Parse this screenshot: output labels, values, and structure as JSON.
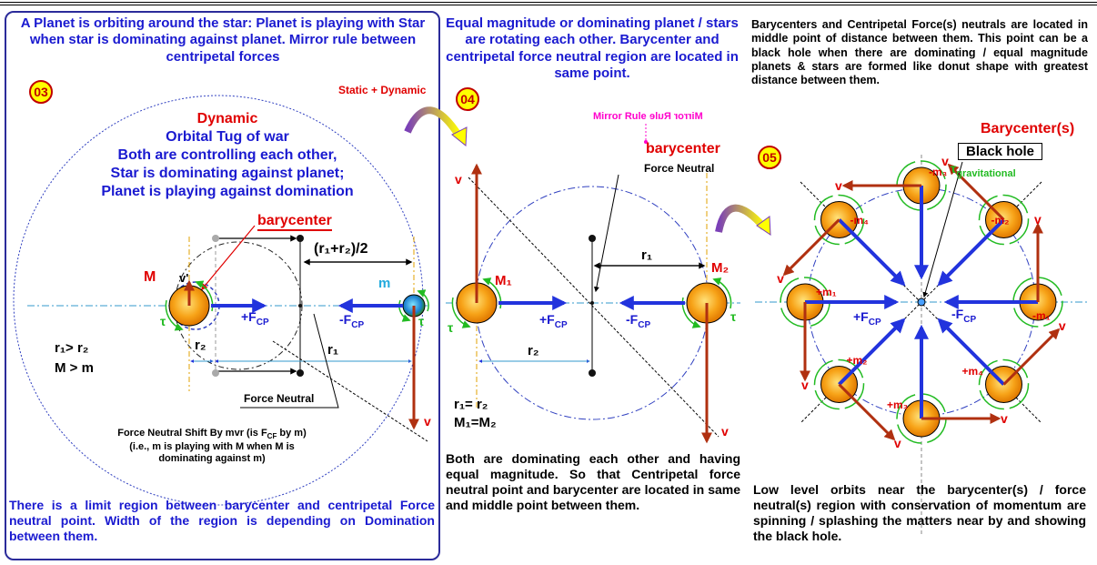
{
  "panel1": {
    "title": "A Planet is orbiting around the star: Planet is playing with Star when star is dominating against planet. Mirror rule between centripetal forces",
    "badge": "03",
    "static_dynamic": "Static + Dynamic",
    "dynamic_heading": "Dynamic",
    "heading_lines": [
      "Orbital Tug of war",
      "Both are controlling each other,",
      "Star is dominating against planet;",
      "Planet is playing against domination"
    ],
    "barycenter": "barycenter",
    "half_sum": "(r₁+r₂)/2",
    "big_mass": "M",
    "velocity": "v'",
    "small_mass": "m",
    "tau": "τ",
    "force_pos": "+F",
    "force_neg": "-F",
    "force_sub": "CP",
    "r_relation": "r₁> r₂",
    "m_relation": "M > m",
    "r2": "r₂",
    "r1": "r₁",
    "force_neutral": "Force Neutral",
    "shift_note": "Force Neutral Shift By mvr (is F",
    "shift_sub": "CF",
    "shift_note2": "by m) (i.e., m is playing with M when M is dominating against m)",
    "v": "v",
    "footer": "There is a limit region between barycenter and centripetal Force neutral point. Width of the region is depending on Domination between them."
  },
  "panel2": {
    "title": "Equal magnitude or dominating planet / stars are rotating each other. Barycenter and centripetal force neutral region are located in same point.",
    "badge": "04",
    "mirror_rule": "Mirror Rule",
    "barycenter": "barycenter",
    "force_neutral": "Force Neutral",
    "v": "v",
    "r1": "r₁",
    "r2": "r₂",
    "m1": "M₁",
    "m2": "M₂",
    "force_pos": "+F",
    "force_neg": "-F",
    "force_sub": "CP",
    "tau": "τ",
    "r_relation": "r₁= r₂",
    "m_relation": "M₁=M₂",
    "footer": "Both are dominating each other and having equal magnitude. So that Centripetal force neutral point and barycenter are located in same and middle point between them."
  },
  "panel3": {
    "title": "Barycenters and Centripetal Force(s) neutrals are located in middle point of distance between them. This point can be a black hole when there are dominating / equal magnitude planets & stars are formed like donut shape with greatest distance between them.",
    "badge": "05",
    "barycenters": "Barycenter(s)",
    "black_hole": "Black hole",
    "tau_grav": "τ",
    "tau_grav_sub": "gravitational",
    "v": "v",
    "tau": "τ",
    "masses": [
      "-m₄",
      "-m₃",
      "-m₂",
      "+m₁",
      "-m₁",
      "+m₂",
      "+m₃",
      "+m₄"
    ],
    "force_pos": "+F",
    "force_neg": "-F",
    "force_sub": "CP",
    "footer": "Low level orbits near the barycenter(s) / force neutral(s) region with conservation of momentum are spinning / splashing the matters near by and showing the black hole."
  },
  "colors": {
    "frame": "#2b2b9a",
    "text_blue": "#1a1ad0",
    "red": "#e00000",
    "arrow_blue": "#2233dd",
    "velocity": "#b03010",
    "orbit": "#3040c0",
    "tau_green": "#22bb22",
    "planet": "#f7a318"
  }
}
